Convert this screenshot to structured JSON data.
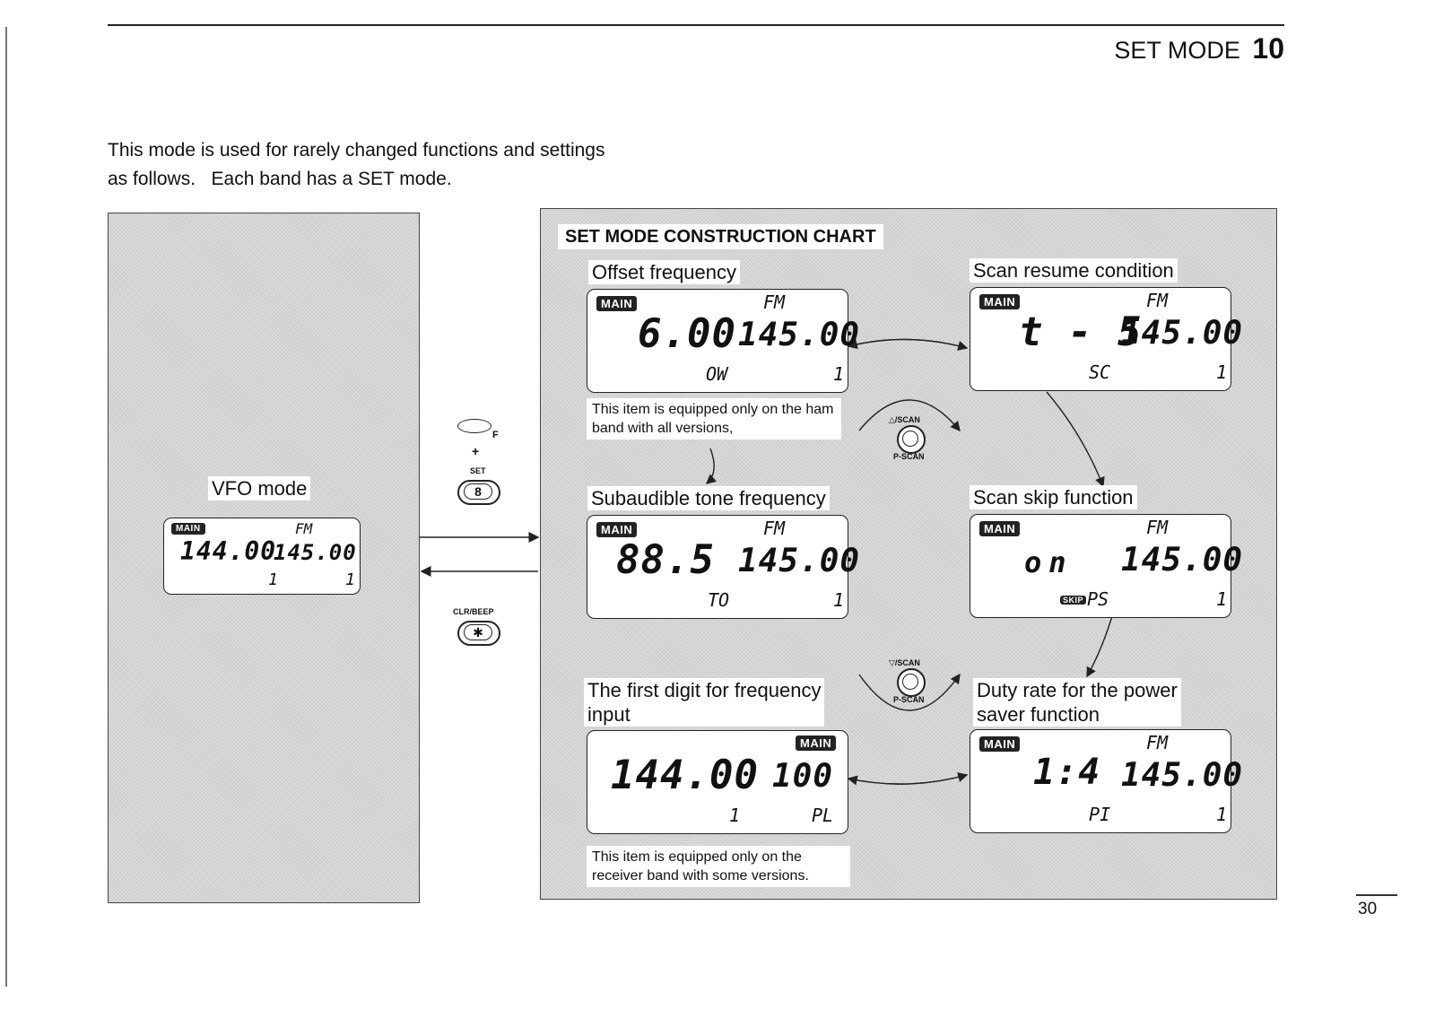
{
  "header": {
    "title": "SET MODE",
    "chapter": "10"
  },
  "intro": {
    "line1": "This mode is used for rarely changed functions and settings",
    "line2": "as follows.   Each band has a SET mode."
  },
  "vfo": {
    "label": "VFO mode",
    "badge": "MAIN",
    "mode": "FM",
    "freq_left": "144.00",
    "freq_right": "145.00",
    "bottom_mid": "1",
    "bottom_right": "1"
  },
  "buttons": {
    "f_label": "F",
    "plus": "+",
    "set_label": "SET",
    "set_key": "8",
    "clr_label": "CLR/BEEP",
    "clr_key": "✱",
    "up_scan": "△/SCAN",
    "up_pscan": "P-SCAN",
    "down_scan": "▽/SCAN",
    "down_pscan": "P-SCAN"
  },
  "chart": {
    "title": "SET MODE CONSTRUCTION CHART",
    "offset": {
      "label": "Offset frequency",
      "badge": "MAIN",
      "mode": "FM",
      "big": "6.00",
      "freq": "145.00",
      "code": "OW",
      "num": "1",
      "note": "This item is equipped only on the ham band with all versions,"
    },
    "scan_resume": {
      "label": "Scan resume condition",
      "badge": "MAIN",
      "mode": "FM",
      "big": "t - 5",
      "freq": "145.00",
      "code": "SC",
      "num": "1"
    },
    "tone": {
      "label": "Subaudible tone frequency",
      "badge": "MAIN",
      "mode": "FM",
      "big": "88.5",
      "freq": "145.00",
      "code": "TO",
      "num": "1"
    },
    "scan_skip": {
      "label": "Scan skip function",
      "badge": "MAIN",
      "mode": "FM",
      "big": "on",
      "freq": "145.00",
      "skip": "SKIP",
      "code": "PS",
      "num": "1"
    },
    "first_digit": {
      "label1": "The first digit for frequency",
      "label2": "input",
      "badge": "MAIN",
      "big": "144.00",
      "freq": "100",
      "num": "1",
      "code": "PL",
      "note": "This item is equipped only on the receiver band with some versions."
    },
    "duty": {
      "label1": "Duty rate for the power",
      "label2": "saver function",
      "badge": "MAIN",
      "mode": "FM",
      "big": "1:4",
      "freq": "145.00",
      "code": "PI",
      "num": "1"
    }
  },
  "page_number": "30"
}
